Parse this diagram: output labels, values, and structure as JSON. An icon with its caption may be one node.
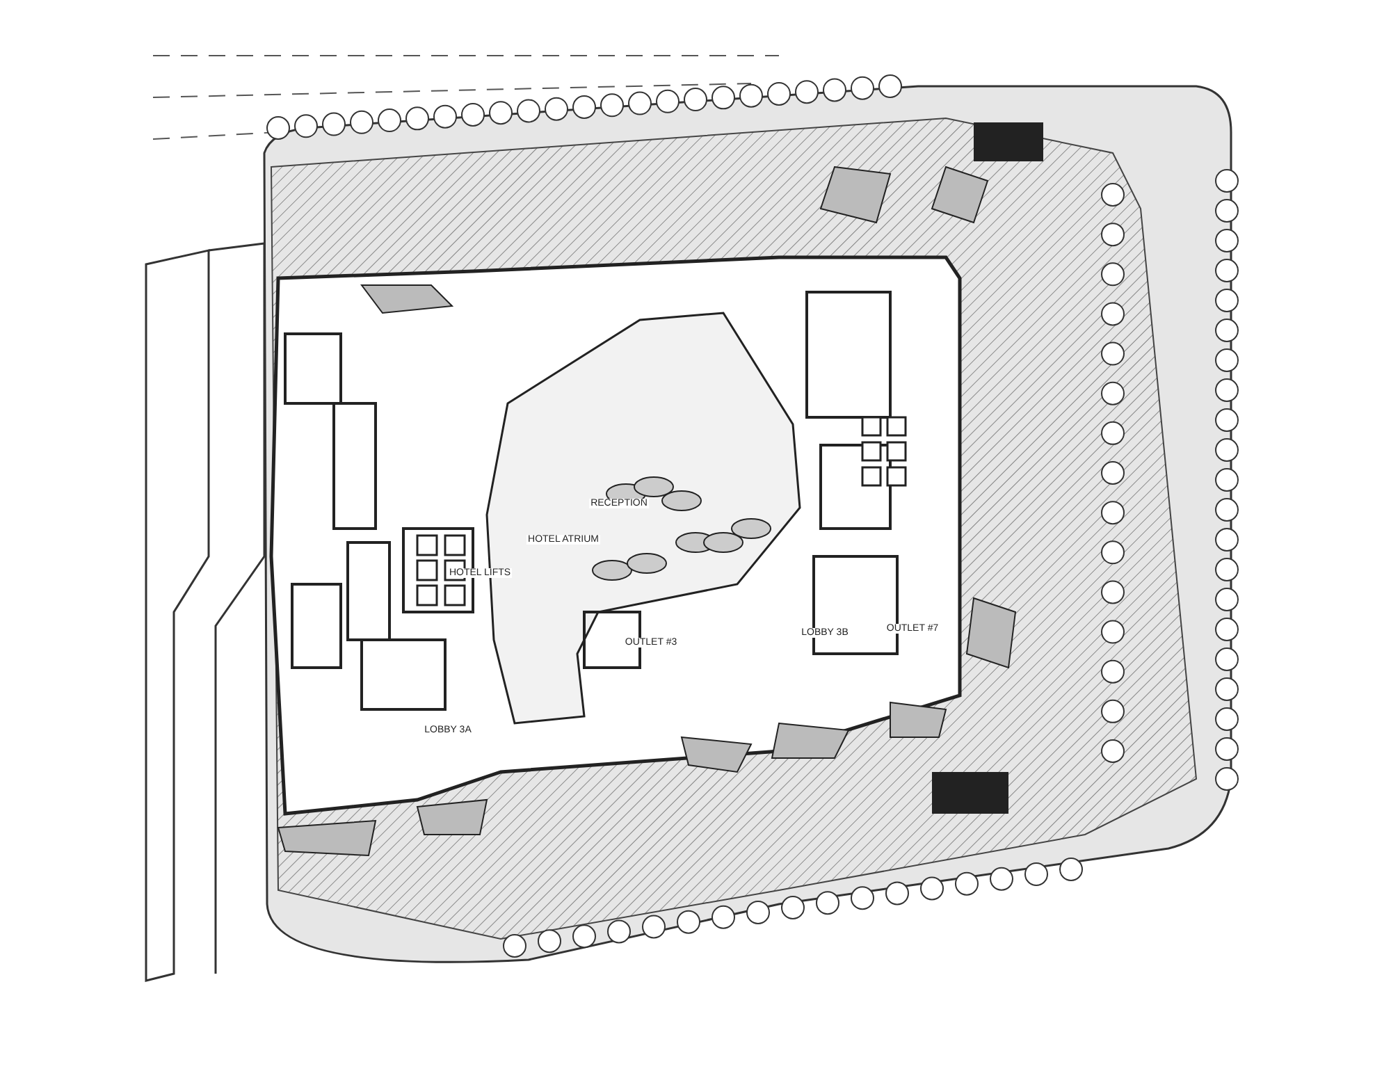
{
  "diagram": {
    "labels": [
      "HOTEL ATRIUM",
      "HOTEL LIFTS",
      "RECEPTION",
      "OUTLET #3",
      "LOBBY 3B",
      "OUTLET #7",
      "LOBBY 3A"
    ]
  }
}
